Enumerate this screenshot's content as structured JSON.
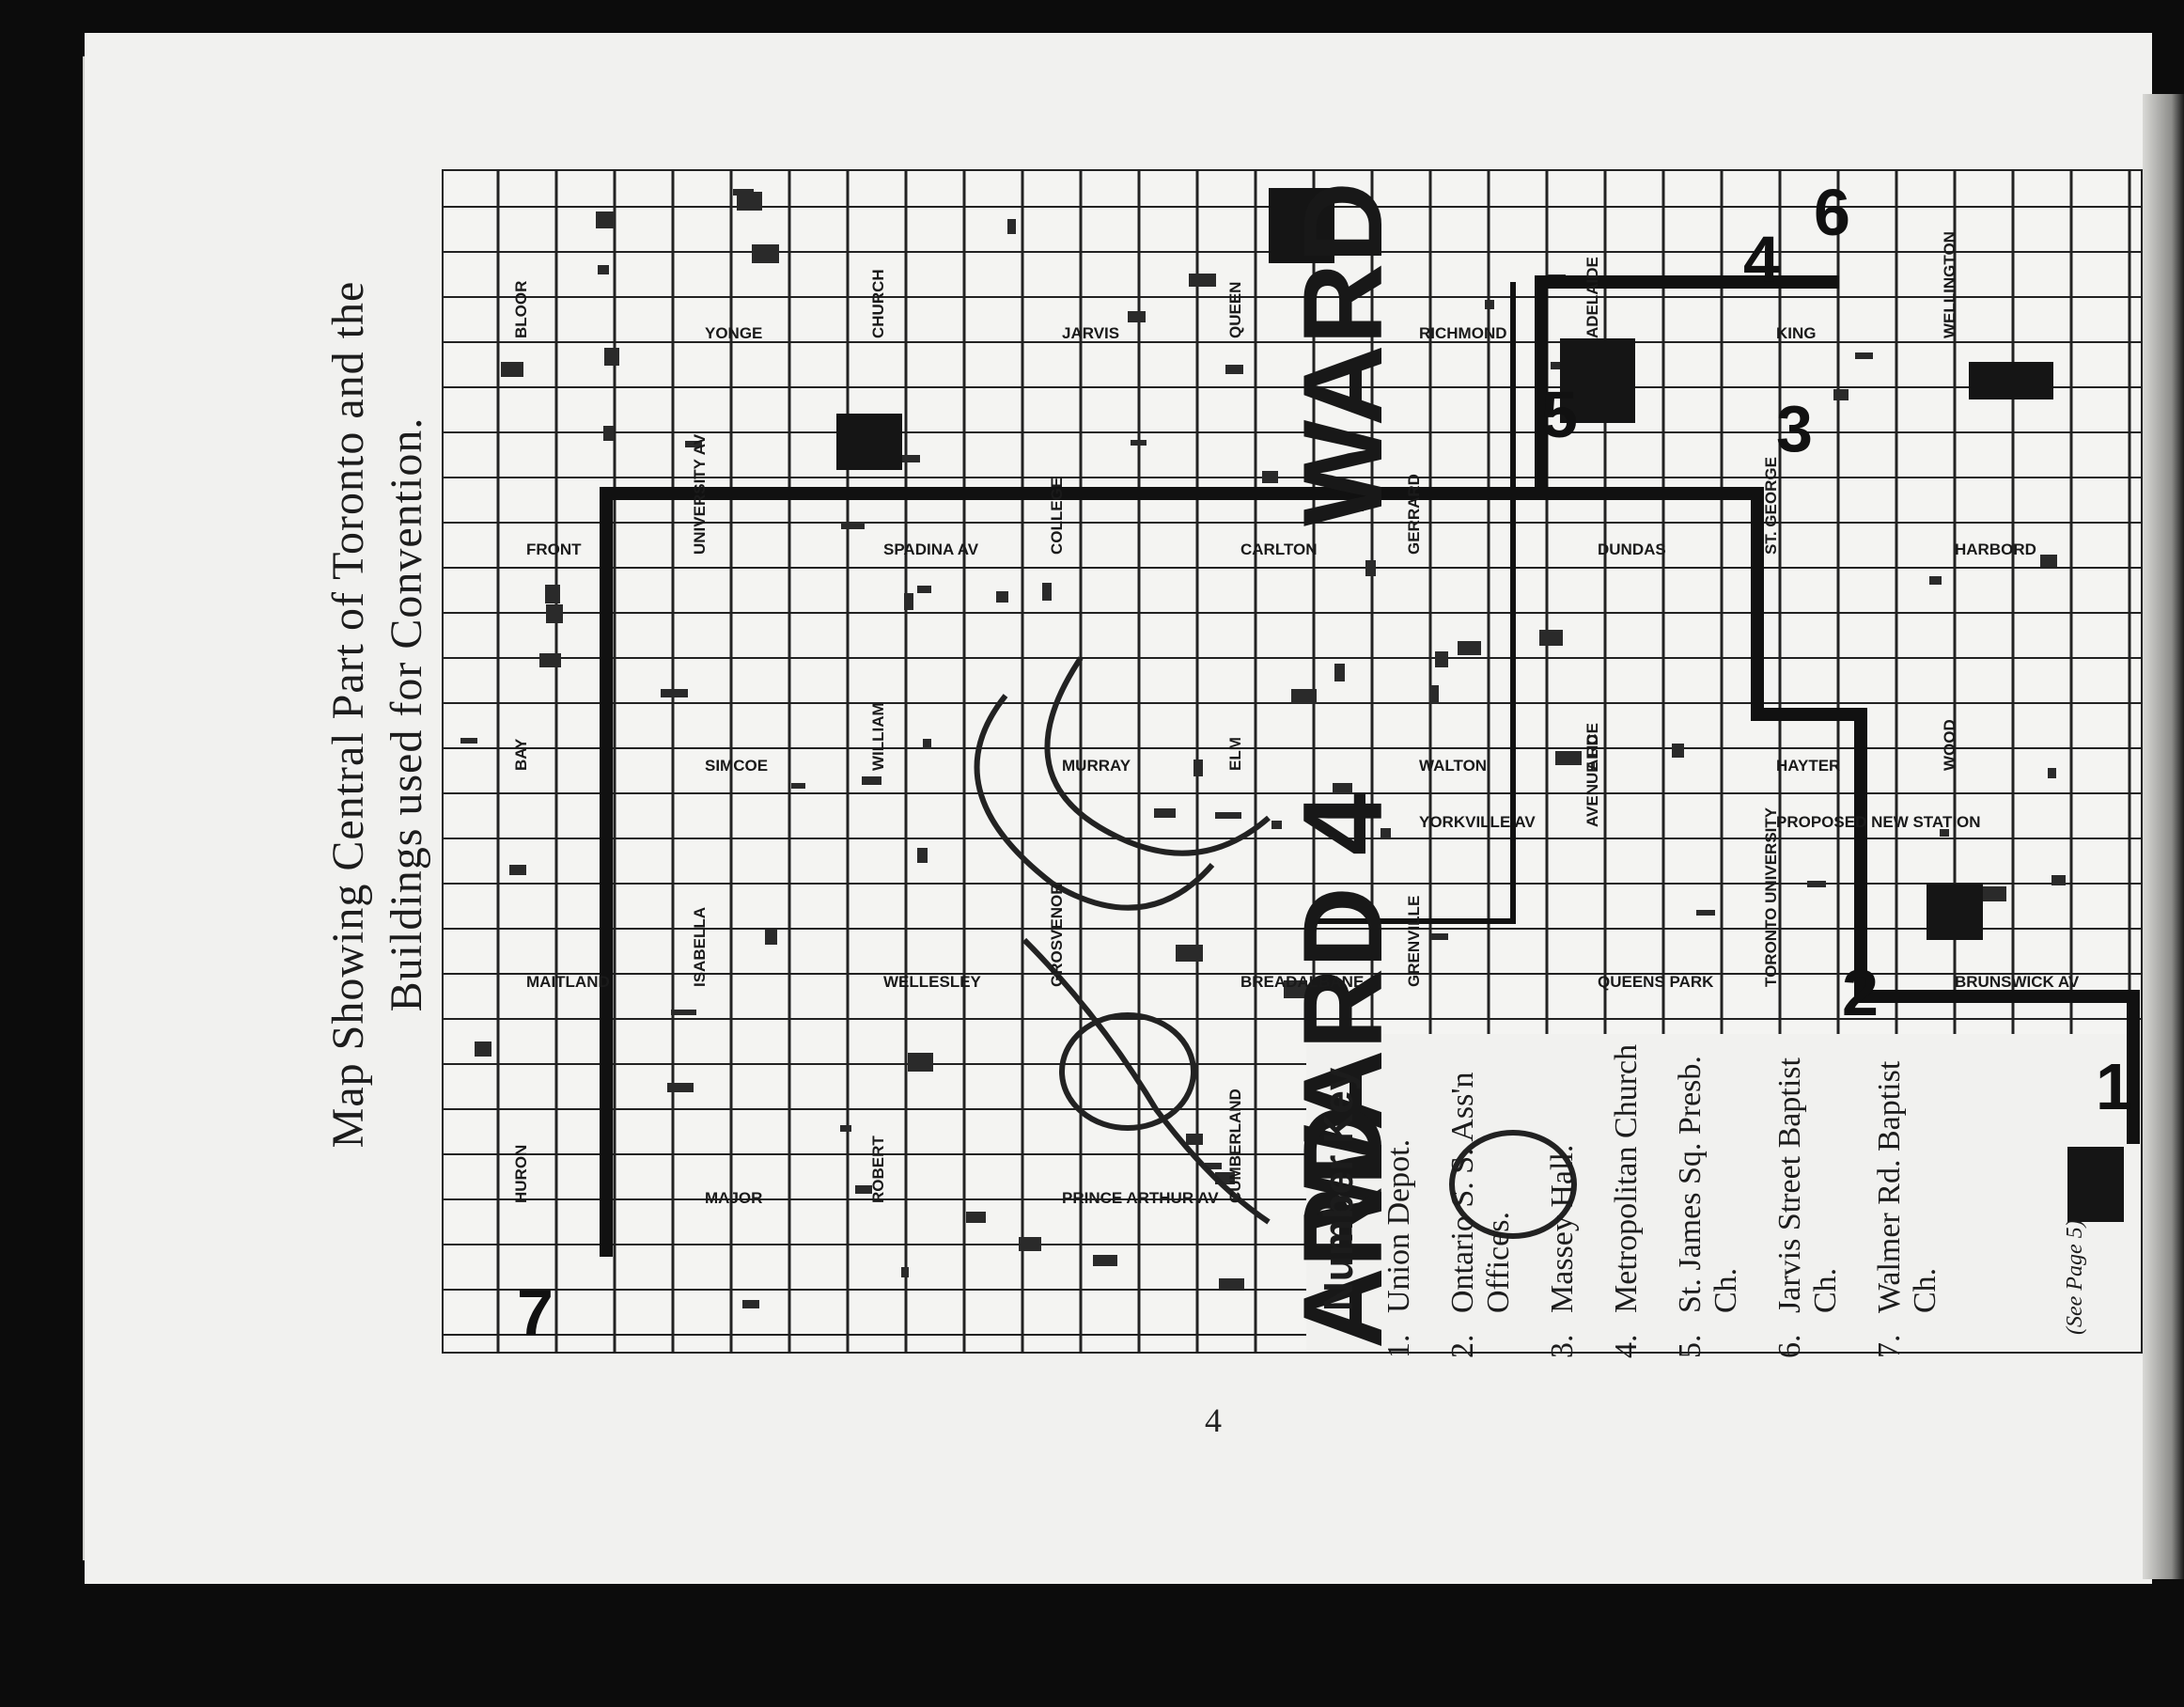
{
  "title": {
    "line1": "Map Showing Central Part of Toronto and the",
    "line2": "Buildings used for Convention."
  },
  "page_number": "4",
  "number_key": {
    "heading": "Number Key",
    "items": [
      {
        "num": "1.",
        "label": "Union Depot."
      },
      {
        "num": "2.",
        "label": "Ontario S. S. Ass'n Offices."
      },
      {
        "num": "3.",
        "label": "Massey Hall."
      },
      {
        "num": "4.",
        "label": "Metropolitan Church"
      },
      {
        "num": "5.",
        "label": "St. James Sq. Presb. Ch."
      },
      {
        "num": "6.",
        "label": "Jarvis Street Baptist Ch."
      },
      {
        "num": "7.",
        "label": "Walmer Rd. Baptist Ch."
      }
    ],
    "see_page": "(See Page 5)"
  },
  "map": {
    "ward_labels": [
      "WARD 3",
      "WARD 4",
      "ARD"
    ],
    "markers": [
      "1",
      "2",
      "3",
      "4",
      "5",
      "6",
      "7"
    ],
    "street_labels": [
      "BLOOR",
      "YONGE",
      "CHURCH",
      "JARVIS",
      "QUEEN",
      "RICHMOND",
      "ADELAIDE",
      "KING",
      "WELLINGTON",
      "FRONT",
      "UNIVERSITY AV",
      "SPADINA AV",
      "COLLEGE",
      "CARLTON",
      "GERRARD",
      "DUNDAS",
      "ST. GEORGE",
      "HARBORD",
      "BAY",
      "SIMCOE",
      "WILLIAM",
      "MURRAY",
      "ELM",
      "WALTON",
      "ALICE",
      "HAYTER",
      "WOOD",
      "MAITLAND",
      "ISABELLA",
      "WELLESLEY",
      "GROSVENOR",
      "BREADALBANE",
      "GRENVILLE",
      "QUEENS PARK",
      "TORONTO UNIVERSITY",
      "BRUNSWICK AV",
      "HURON",
      "MAJOR",
      "ROBERT",
      "PRINCE ARTHUR AV",
      "CUMBERLAND",
      "YORKVILLE AV",
      "AVENUE RD",
      "PROPOSED NEW STATION"
    ]
  },
  "colors": {
    "paper": "#f1f1ef",
    "ink": "#1c1c1c",
    "background": "#0c0c0c"
  }
}
